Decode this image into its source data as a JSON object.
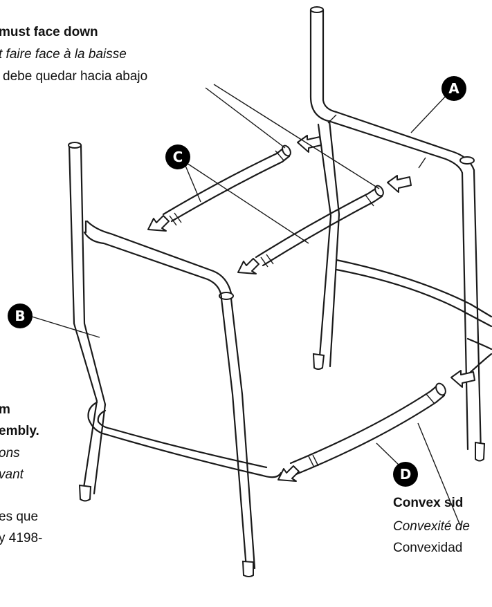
{
  "notes": {
    "top": {
      "en": "must face down",
      "fr": "t faire face à la baisse",
      "es": "debe quedar hacia abajo"
    },
    "left": {
      "line1": "m",
      "line2": "embly.",
      "line3": "ons",
      "line4": "vant",
      "line5": "es que",
      "line6": "y 4198-"
    },
    "right": {
      "en": "Convex sid",
      "fr": "Convexité de",
      "es": "Convexidad"
    }
  },
  "callouts": {
    "a": "A",
    "b": "B",
    "c": "C",
    "d": "D"
  },
  "colors": {
    "ink": "#1a1a1a",
    "badge": "#000000",
    "paper": "#ffffff"
  },
  "icons": [
    "insert-arrow-icon"
  ]
}
